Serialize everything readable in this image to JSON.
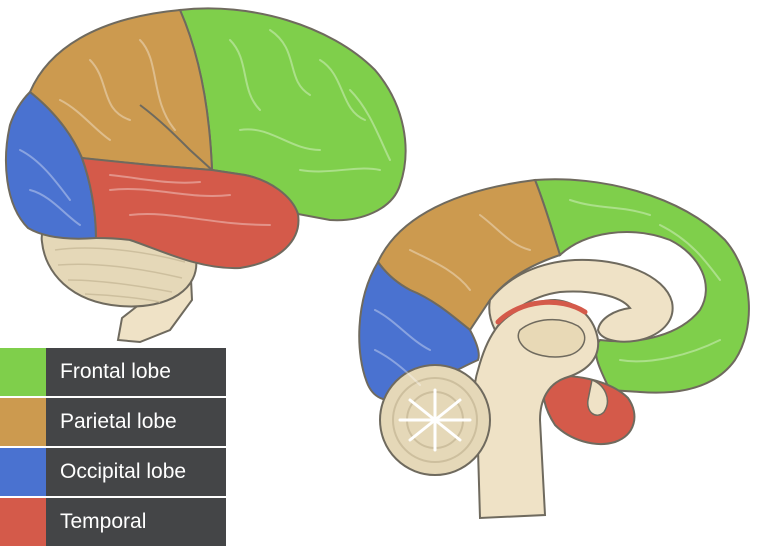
{
  "colors": {
    "frontal": "#7fcf4b",
    "parietal": "#cc9a4f",
    "occipital": "#4a72d0",
    "temporal": "#d45a4a",
    "brainstem": "#efe2c6",
    "cerebellum": "#e5d8b8",
    "outline": "#6f6a5e",
    "legend_bg": "#444547"
  },
  "legend": [
    {
      "label": "Frontal lobe",
      "color": "#7fcf4b"
    },
    {
      "label": "Parietal lobe",
      "color": "#cc9a4f"
    },
    {
      "label": "Occipital lobe",
      "color": "#4a72d0"
    },
    {
      "label": "Temporal",
      "color": "#d45a4a"
    }
  ]
}
